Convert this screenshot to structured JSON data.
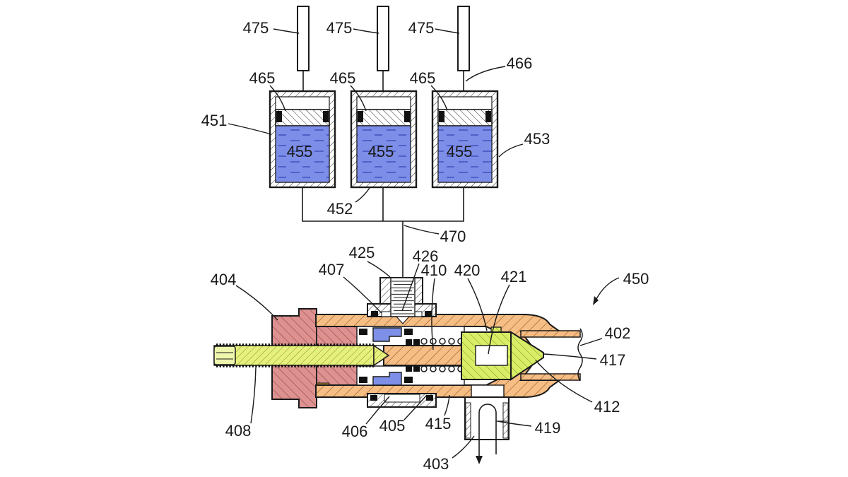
{
  "figure": {
    "description": "Patent-style cross-section diagram: three piston reservoirs of liquid feeding through a manifold into a needle valve assembly",
    "colors": {
      "liquid_blue": "#7d8ee8",
      "body_orange": "#f6bd85",
      "nut_pink": "#dd9191",
      "screw_yellow": "#e6f07c",
      "poppet_green": "#d9ee66",
      "gland_blue": "#7d8fe6",
      "line": "#1a1a1a"
    },
    "callouts": {
      "pressure_tube": "475",
      "piston_rod": "466",
      "piston": "465",
      "reservoir_wall": "451",
      "liquid": "455",
      "reservoir_outlet": "452",
      "reservoir_shell": "453",
      "supply_line": "470",
      "bonnet": "425",
      "adjuster_bore": "426",
      "bonnet_seal": "407",
      "valve_stem": "410",
      "poppet_guide": "420",
      "packing_nut": "404",
      "spring_pocket": "421",
      "valve_assembly": "450",
      "outlet_tube": "402",
      "needle_tip": "417",
      "valve_seat": "412",
      "adjusting_screw": "408",
      "lower_gland": "406",
      "gland_retainer": "405",
      "lower_chamber": "415",
      "drain_tube": "419",
      "drain_port": "403"
    }
  }
}
